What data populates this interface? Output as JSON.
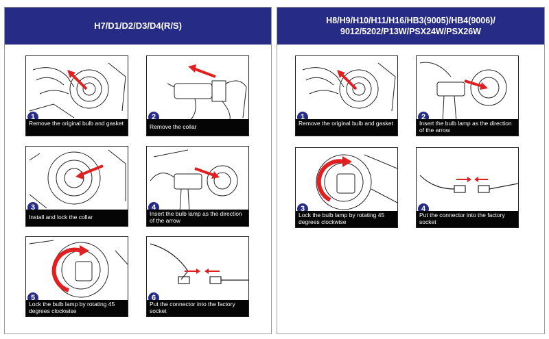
{
  "left_panel": {
    "title": "H7/D1/D2/D3/D4(R/S)",
    "steps": [
      {
        "number": "1",
        "caption": "Remove the original bulb and gasket",
        "icon": "bulb-removal-illustration"
      },
      {
        "number": "2",
        "caption": "Remove the collar",
        "icon": "collar-removal-illustration"
      },
      {
        "number": "3",
        "caption": "Install and lock the collar",
        "icon": "collar-install-illustration"
      },
      {
        "number": "4",
        "caption": "Insert the bulb lamp as the direction of the arrow",
        "icon": "bulb-insert-illustration"
      },
      {
        "number": "5",
        "caption": "Lock the bulb lamp by rotating 45 degrees clockwise",
        "icon": "bulb-rotate-illustration"
      },
      {
        "number": "6",
        "caption": "Put the connector into the factory socket",
        "icon": "connector-plug-illustration"
      }
    ]
  },
  "right_panel": {
    "title_line1": "H8/H9/H10/H11/H16/HB3(9005)/HB4(9006)/",
    "title_line2": "9012/5202/P13W/PSX24W/PSX26W",
    "steps": [
      {
        "number": "1",
        "caption": "Remove the original bulb and gasket",
        "icon": "bulb-removal-illustration"
      },
      {
        "number": "2",
        "caption": "Insert the bulb lamp as the direction of the arrow",
        "icon": "bulb-insert-illustration"
      },
      {
        "number": "3",
        "caption": "Lock the bulb lamp by rotating 45 degrees clockwise",
        "icon": "bulb-rotate-illustration"
      },
      {
        "number": "4",
        "caption": "Put the connector into the factory socket",
        "icon": "connector-plug-illustration"
      }
    ]
  },
  "colors": {
    "header_bg": "#262b86",
    "caption_bg": "#050505",
    "arrow": "#e02020"
  }
}
